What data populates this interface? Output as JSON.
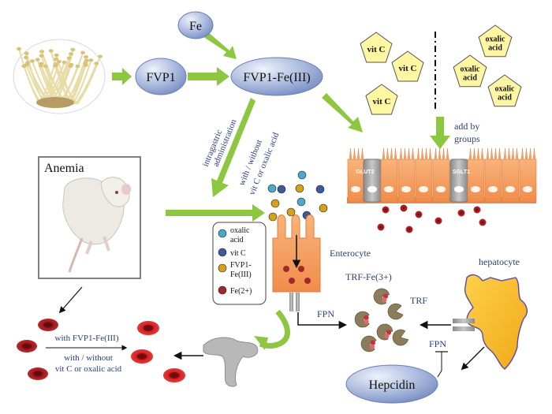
{
  "nodes": {
    "fe": "Fe",
    "fvp1": "FVP1",
    "complex": "FVP1-Fe(III)",
    "anemia": "Anemia",
    "enterocyte": "Enterocyte",
    "hepatocyte": "hepatocyte",
    "hepcidin": "Hepcidin",
    "trf_fe": "TRF-Fe(3+)",
    "trf": "TRF",
    "fpn_gut": "FPN",
    "fpn_liver": "FPN",
    "glut2": "GLUT2",
    "sglt1": "SGLT1"
  },
  "labels": {
    "intragastric_1": "intragastric",
    "intragastric_2": "administration",
    "with_without_1": "with / without",
    "with_without_2": "vit C or oxalic acid",
    "add_by_1": "add by",
    "add_by_2": "groups",
    "bottom_1": "with FVP1-Fe(III)",
    "bottom_2": "with / without",
    "bottom_3": "vit C or oxalic acid"
  },
  "molecules": {
    "vitc": "vit C",
    "oxalic_1": "oxalic",
    "oxalic_2": "acid"
  },
  "legend": {
    "items": [
      {
        "l1": "oxalic",
        "l2": "acid",
        "color": "#4aa8c8"
      },
      {
        "l1": "vit C",
        "l2": "",
        "color": "#3d5a9c"
      },
      {
        "l1": "FVP1-",
        "l2": "Fe(III)",
        "color": "#d4a21a"
      },
      {
        "l1": "Fe(2+)",
        "l2": "",
        "color": "#a3282e"
      }
    ]
  },
  "colors": {
    "arrow_green": "#8dc63f",
    "node_fill": "#a9b9dd",
    "pentagon_fill": "#fff6a3",
    "villi": "#f6a96a",
    "cell_gray": "#a8a8a8",
    "rbc": "#b21e22",
    "liver": "#f2b61d"
  }
}
